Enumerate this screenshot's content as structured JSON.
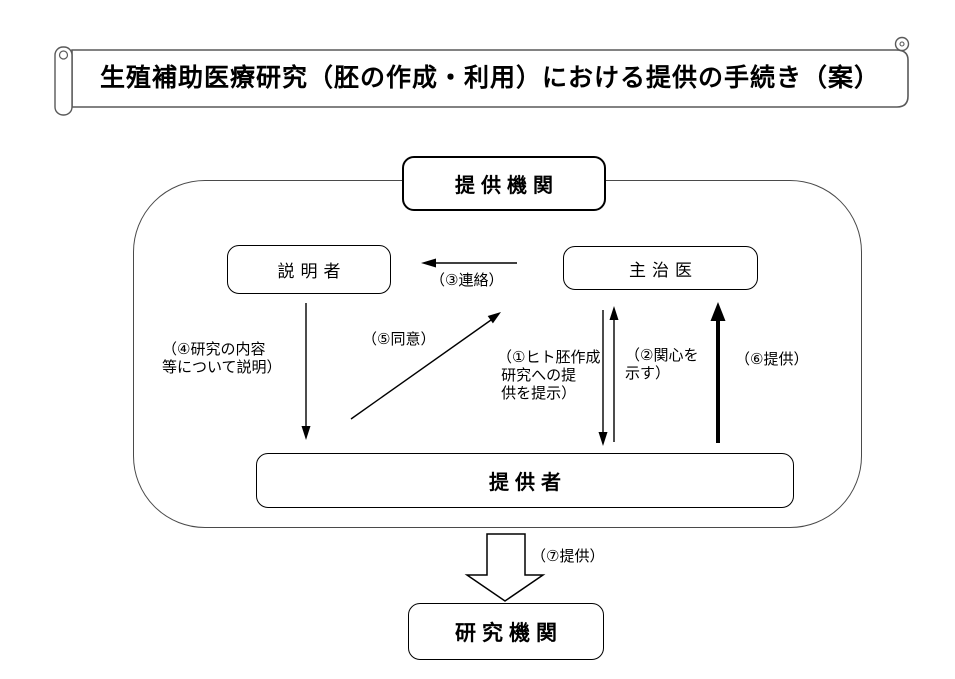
{
  "title": "生殖補助医療研究（胚の作成・利用）における提供の手続き（案）",
  "nodes": {
    "provider_org": "提供機関",
    "explainer": "説明者",
    "doctor": "主治医",
    "donor": "提供者",
    "research_org": "研究機関"
  },
  "steps": {
    "step1": "（①ヒト胚作成\n 研究への提\n 供を提示）",
    "step2": "（②関心を\n示す）",
    "step3": "（③連絡）",
    "step4": "（④研究の内容\n等について説明）",
    "step5": "（⑤同意）",
    "step6": "（⑥提供）",
    "step7": "（⑦提供）"
  },
  "colors": {
    "line": "#000000",
    "frame_border": "#4a4a4a",
    "banner_border": "#595959",
    "background": "#ffffff"
  }
}
